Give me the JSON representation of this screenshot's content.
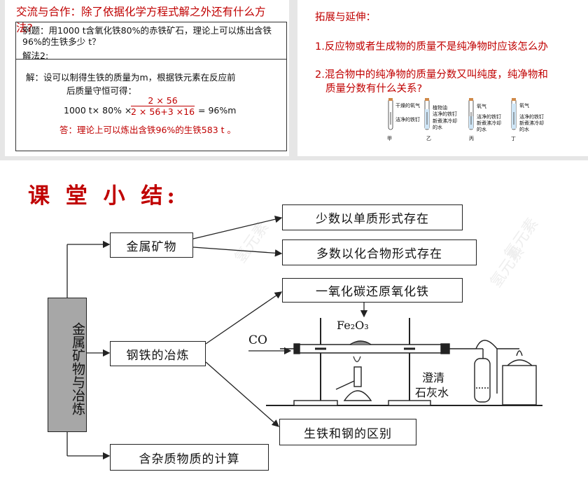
{
  "panel1": {
    "title": "交流与合作：除了依据化学方程式解之外还有什么方法?",
    "example": "例题：用1000 t含氧化铁80%的赤铁矿石，理论上可以炼出含铁96%的生铁多少 t？",
    "method": "解法2:",
    "solution_line1": "解：设可以制得生铁的质量为m，根据铁元素在反应前",
    "solution_line2": "后质量守恒可得：",
    "equation_left": "1000 t× 80% ×",
    "frac_num": "2 × 56",
    "frac_den": "2 × 56+3 ×16",
    "equation_right": "= 96%m",
    "answer": "答：理论上可以炼出含铁96%的生铁583 t 。"
  },
  "panel2": {
    "title": "拓展与延伸：",
    "q1": "1.反应物或者生成物的质量不是纯净物时应该怎么办",
    "q2a": "2.混合物中的纯净物的质量分数又叫纯度，纯净物和",
    "q2b": "质量分数有什么关系?",
    "tubes": [
      {
        "labels": [
          "干燥的氧气",
          "洁净的铁钉"
        ],
        "name": "甲"
      },
      {
        "labels": [
          "植物油",
          "洁净的铁钉",
          "新煮沸冷却",
          "的水"
        ],
        "name": "乙"
      },
      {
        "labels": [
          "氧气",
          "洁净的铁钉",
          "新煮沸冷却",
          "的水"
        ],
        "name": "丙"
      },
      {
        "labels": [
          "氧气",
          "洁净的铁钉",
          "新煮沸冷却",
          "的水"
        ],
        "name": "丁"
      }
    ]
  },
  "panel3": {
    "title": "课 堂 小 结:",
    "root": "金属矿物与冶炼",
    "mid1": "金属矿物",
    "mid2": "钢铁的冶炼",
    "mid3": "含杂质物质的计算",
    "leaf1": "少数以单质形式存在",
    "leaf2": "多数以化合物形式存在",
    "leaf3": "一氧化碳还原氧化铁",
    "leaf4": "生铁和钢的区别",
    "co_label": "CO",
    "fe2o3_label": "Fe₂O₃",
    "limewater_line1": "澄清",
    "limewater_line2": "石灰水",
    "watermark": "氢元素"
  }
}
